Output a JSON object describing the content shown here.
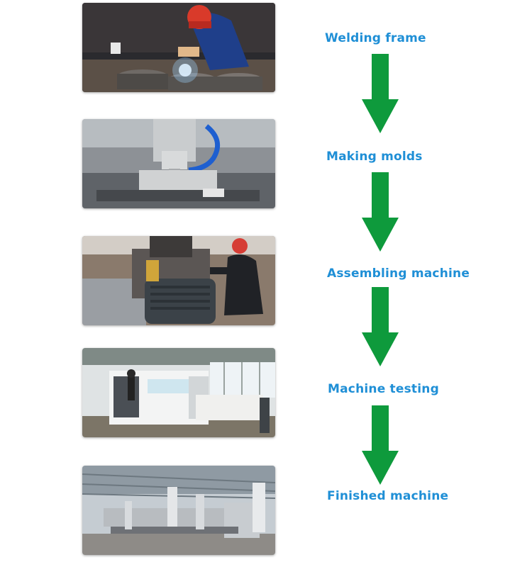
{
  "steps": [
    {
      "label": "Welding frame",
      "photo": "welding-photo"
    },
    {
      "label": "Making molds",
      "photo": "milling-photo"
    },
    {
      "label": "Assembling machine",
      "photo": "assembly-photo"
    },
    {
      "label": "Machine testing",
      "photo": "testing-photo"
    },
    {
      "label": "Finished machine",
      "photo": "factory-photo"
    }
  ],
  "colors": {
    "label": "#1f8fd6",
    "arrow": "#0e9a3c"
  },
  "icons": {
    "arrow": "arrow-down-icon"
  }
}
